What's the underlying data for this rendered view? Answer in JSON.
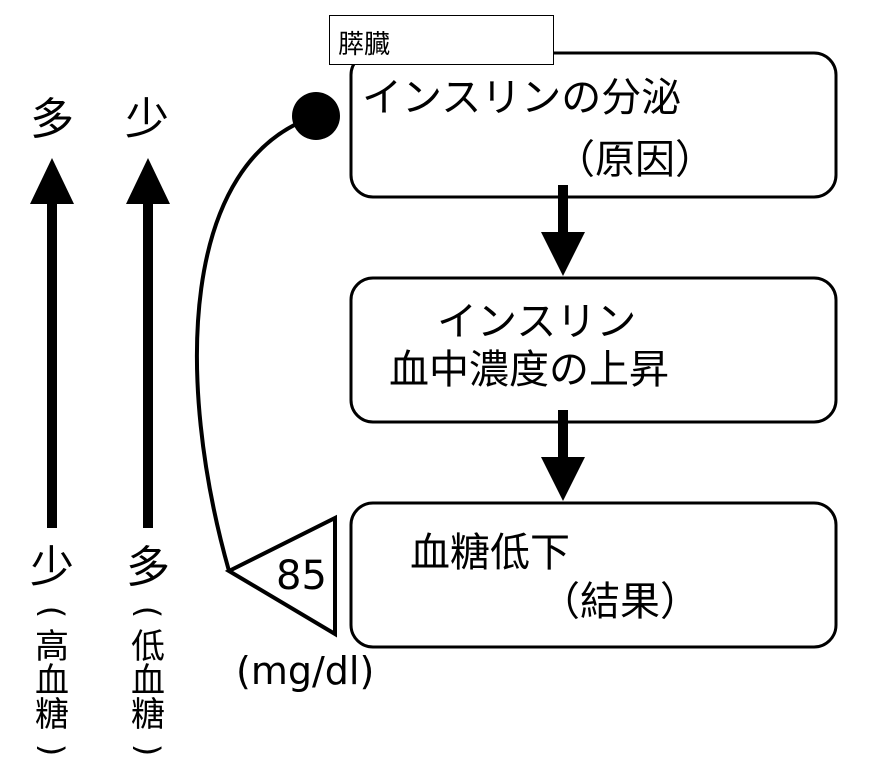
{
  "organ_label": "膵臓",
  "flow_steps": [
    {
      "line1": "インスリンの分泌",
      "line2": "（原因）"
    },
    {
      "line1": "インスリン",
      "line2": "血中濃度の上昇"
    },
    {
      "line1": "血糖低下",
      "line2": "（結果）"
    }
  ],
  "threshold": {
    "value": "85",
    "unit": "(mg/dl)"
  },
  "left_arrows": [
    {
      "top": "多",
      "bottom": [
        "少",
        "(",
        "高",
        "血",
        "糖",
        ")"
      ]
    },
    {
      "top": "少",
      "bottom": [
        "多",
        "(",
        "低",
        "血",
        "糖",
        ")"
      ]
    }
  ],
  "colors": {
    "stroke": "#000000",
    "background": "#ffffff"
  }
}
